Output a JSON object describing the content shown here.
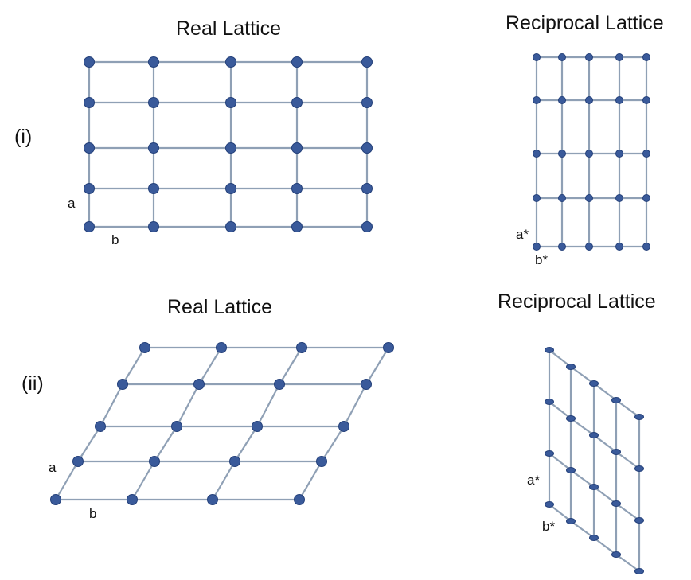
{
  "panels": [
    {
      "case": "(i)",
      "real_title": "Real Lattice",
      "recip_title": "Reciprocal Lattice",
      "real_labels": {
        "a": "a",
        "b": "b"
      },
      "recip_labels": {
        "a": "a*",
        "b": "b*"
      }
    },
    {
      "case": "(ii)",
      "real_title": "Real Lattice",
      "recip_title": "Reciprocal Lattice",
      "real_labels": {
        "a": "a",
        "b": "b"
      },
      "recip_labels": {
        "a": "a*",
        "b": "b*"
      }
    }
  ],
  "colors": {
    "line": "#8fa0b5",
    "point": "#3a5a9a",
    "point_edge": "#24407a"
  }
}
